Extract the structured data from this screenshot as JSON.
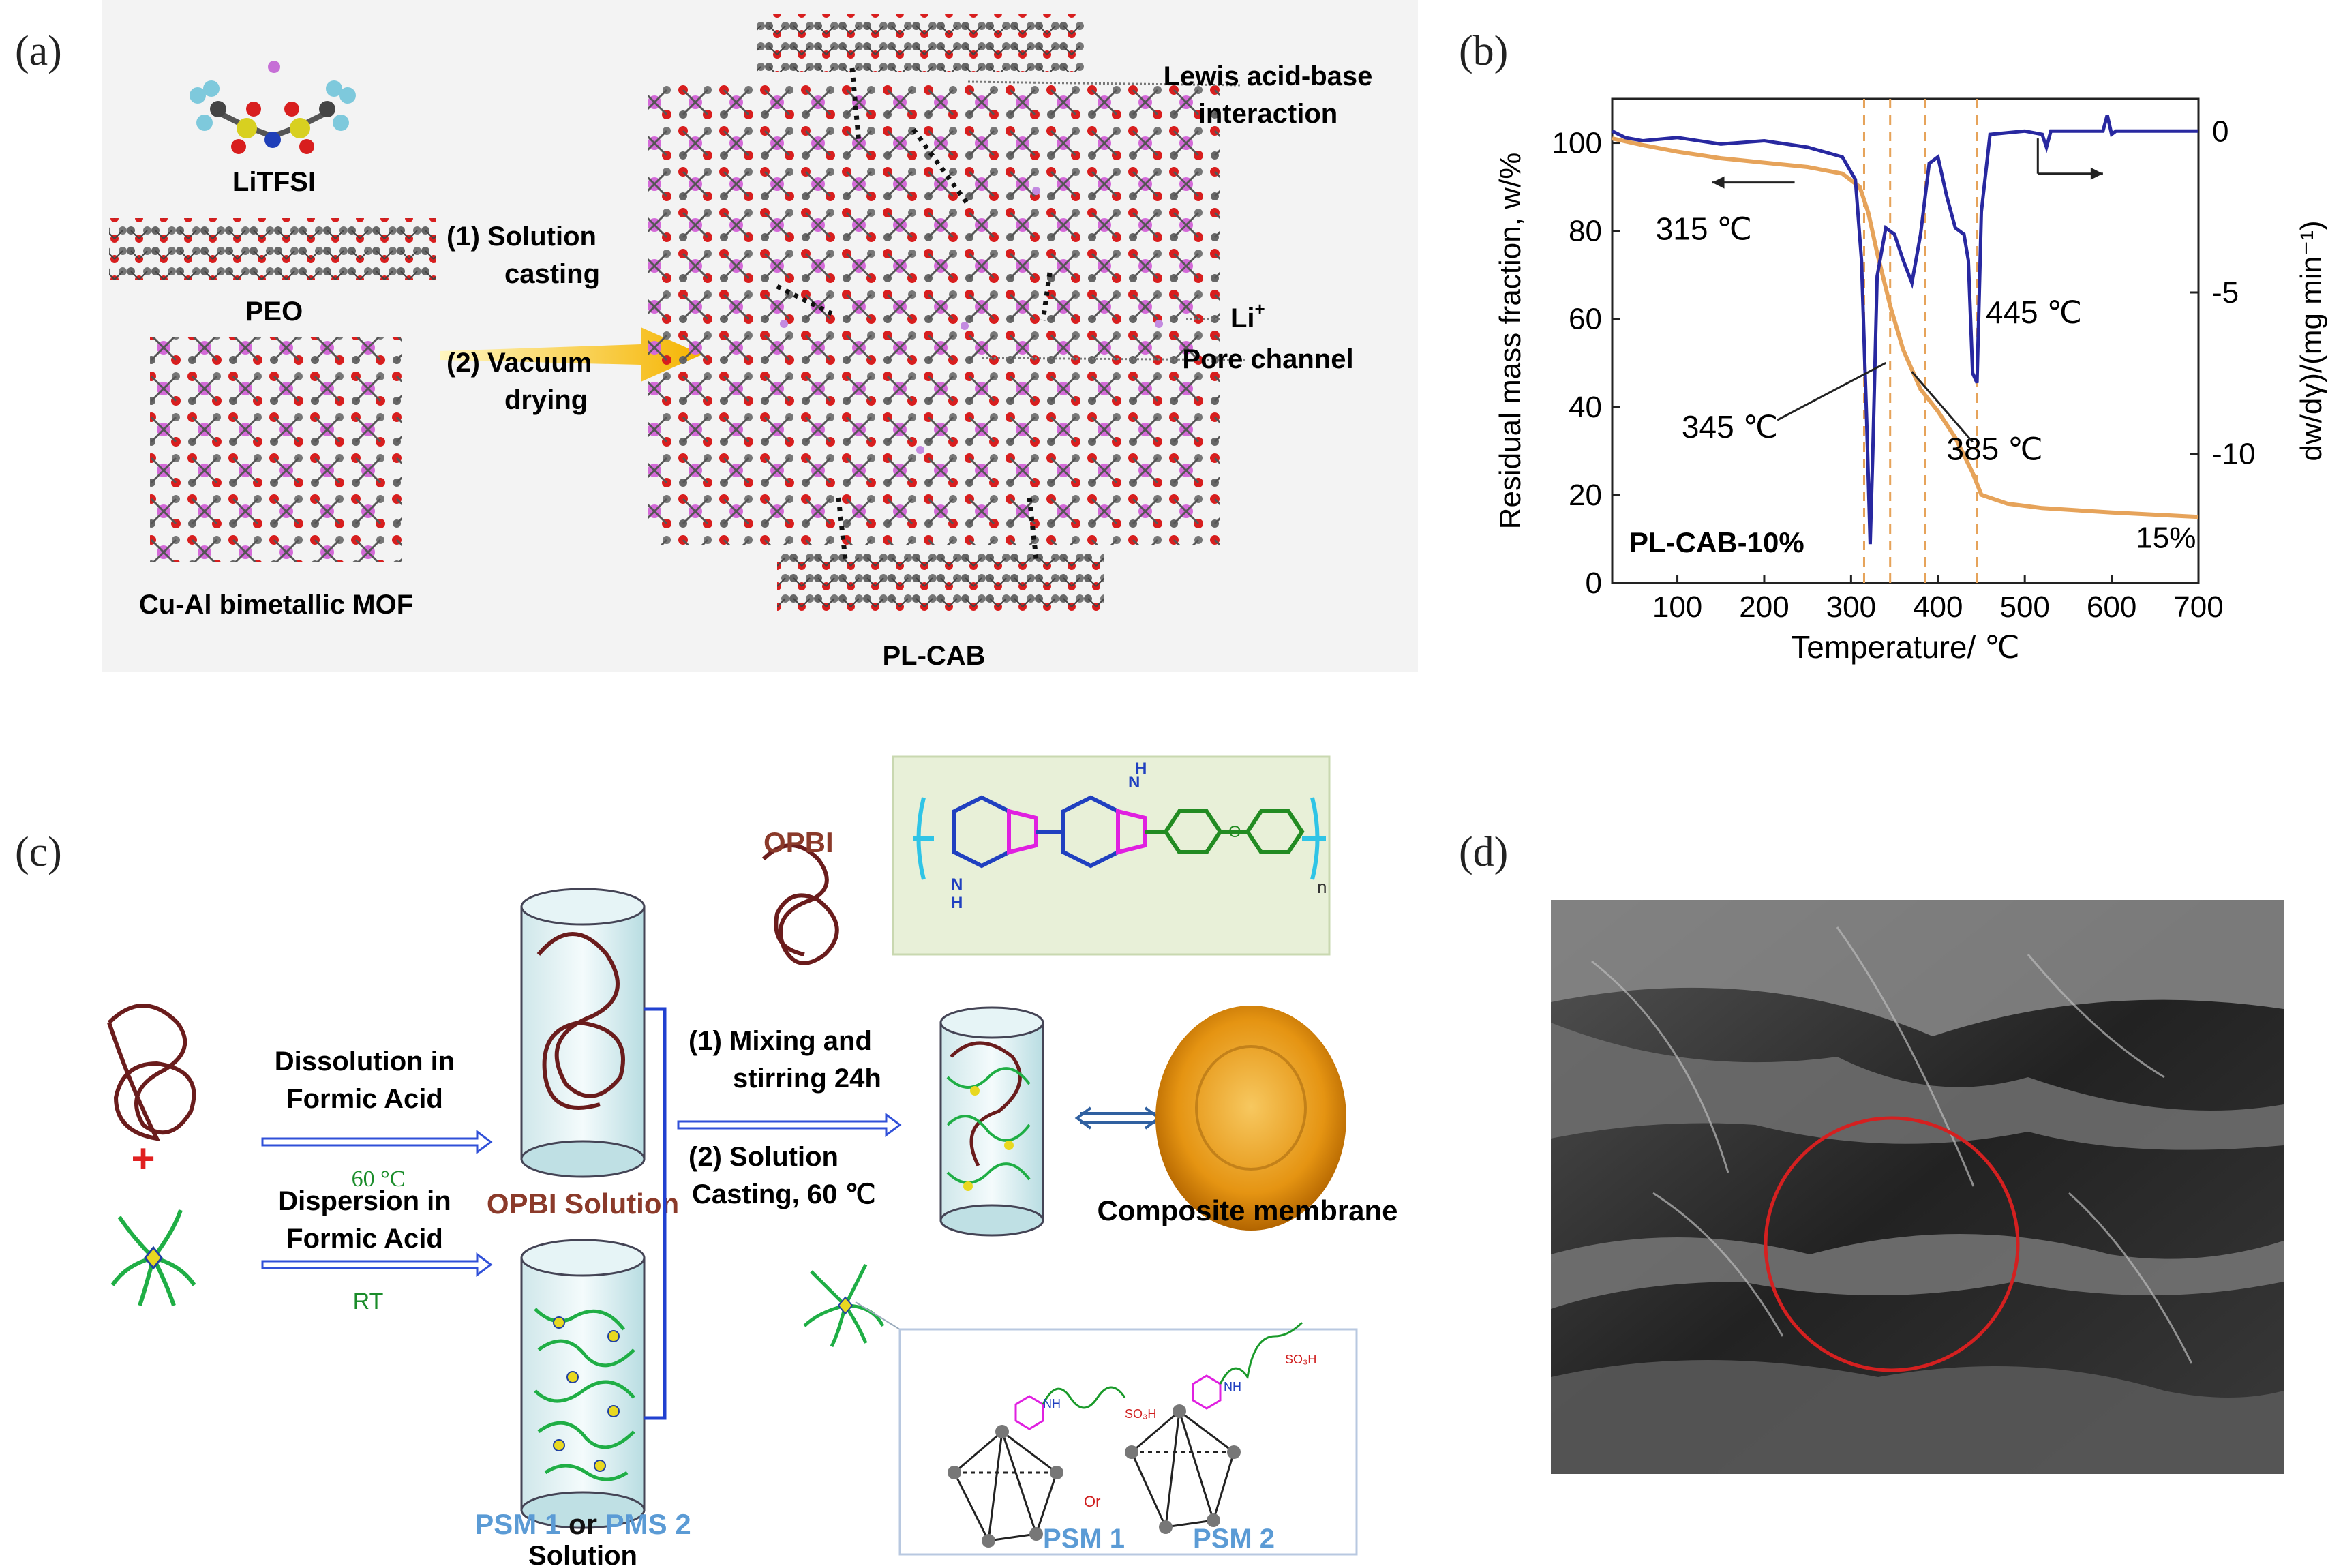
{
  "panels": {
    "a": {
      "label": "(a)",
      "litfsi": "LiTFSI",
      "peo": "PEO",
      "mof": "Cu-Al bimetallic MOF",
      "step1_line1": "(1)  Solution",
      "step1_line2": "casting",
      "step2_line1": "(2) Vacuum",
      "step2_line2": "drying",
      "lewis_line1": "Lewis acid-base",
      "lewis_line2": "interaction",
      "li": "Li",
      "li_sup": "+",
      "pore": "Pore channel",
      "product": "PL-CAB"
    },
    "b": {
      "label": "(b)"
    },
    "c": {
      "label": "(c)",
      "opbi": "OPBI",
      "dissolution_line1": "Dissolution in",
      "dissolution_line2": "Formic Acid",
      "temp60": "60 °C",
      "opbi_solution": "OPBI Solution",
      "plus": "+",
      "dispersion_line1": "Dispersion in",
      "dispersion_line2": "Formic Acid",
      "rt": "RT",
      "psm1": "PSM 1",
      "or": " or ",
      "pms2": "PMS 2",
      "solution": "Solution",
      "mix_line1": "(1)  Mixing and",
      "mix_line2": "stirring 24h",
      "cast_line1": "(2) Solution",
      "cast_line2": "Casting, 60 ℃",
      "composite": "Composite membrane",
      "psm1_label": "PSM 1",
      "psm2_label": "PSM 2",
      "or_small": "Or",
      "nh": "NH",
      "so3h": "SO₃H",
      "n_sub": "n",
      "h": "H",
      "n": "N",
      "o": "O"
    },
    "d": {
      "label": "(d)"
    }
  },
  "chart_data": {
    "type": "line",
    "xlabel": "Temperature/ ℃",
    "ylabel": "Residual mass fraction, w/%",
    "y2label": "dw/dγ)/(mg min⁻¹)",
    "xlim": [
      25,
      700
    ],
    "ylim": [
      0,
      110
    ],
    "y2lim": [
      -14,
      1
    ],
    "xticks": [
      100,
      200,
      300,
      400,
      500,
      600,
      700
    ],
    "yticks": [
      0,
      20,
      40,
      60,
      80,
      100
    ],
    "y2ticks": [
      0,
      -5,
      -10
    ],
    "grid": false,
    "annotation_sample": "PL-CAB-10%",
    "annotation_residue": "15%",
    "annotations": [
      {
        "text": "315 ℃",
        "temp": 315
      },
      {
        "text": "345 ℃",
        "temp": 345
      },
      {
        "text": "385 ℃",
        "temp": 385
      },
      {
        "text": "445 ℃",
        "temp": 445
      }
    ],
    "vlines": [
      315,
      345,
      385,
      445
    ],
    "series": [
      {
        "color": "#e6a35a",
        "axis": "left",
        "x": [
          25,
          60,
          100,
          150,
          200,
          250,
          290,
          310,
          320,
          330,
          345,
          360,
          380,
          400,
          420,
          440,
          450,
          480,
          520,
          560,
          600,
          650,
          700
        ],
        "y": [
          101,
          99.5,
          98,
          96.5,
          95.5,
          94.5,
          93,
          90,
          84,
          75,
          63,
          53,
          44,
          39,
          33,
          25,
          20,
          18,
          17,
          16.5,
          16,
          15.5,
          15
        ]
      },
      {
        "color": "#2828a0",
        "axis": "right",
        "x": [
          25,
          40,
          60,
          100,
          150,
          200,
          250,
          290,
          305,
          312,
          318,
          322,
          325,
          330,
          340,
          350,
          360,
          370,
          380,
          390,
          400,
          410,
          420,
          430,
          435,
          440,
          445,
          450,
          460,
          500,
          520,
          525,
          530,
          560,
          590,
          595,
          600,
          605,
          650,
          700
        ],
        "y": [
          0,
          -0.2,
          -0.3,
          -0.2,
          -0.4,
          -0.3,
          -0.5,
          -0.8,
          -1.5,
          -4,
          -9,
          -12.8,
          -10,
          -4.5,
          -3,
          -3.2,
          -4,
          -4.7,
          -3.2,
          -1,
          -0.8,
          -2,
          -3,
          -3.2,
          -4,
          -7.5,
          -7.8,
          -2.5,
          -0.1,
          0,
          -0.1,
          -0.5,
          0,
          0,
          0,
          0.5,
          -0.1,
          0,
          0,
          0
        ]
      }
    ]
  }
}
